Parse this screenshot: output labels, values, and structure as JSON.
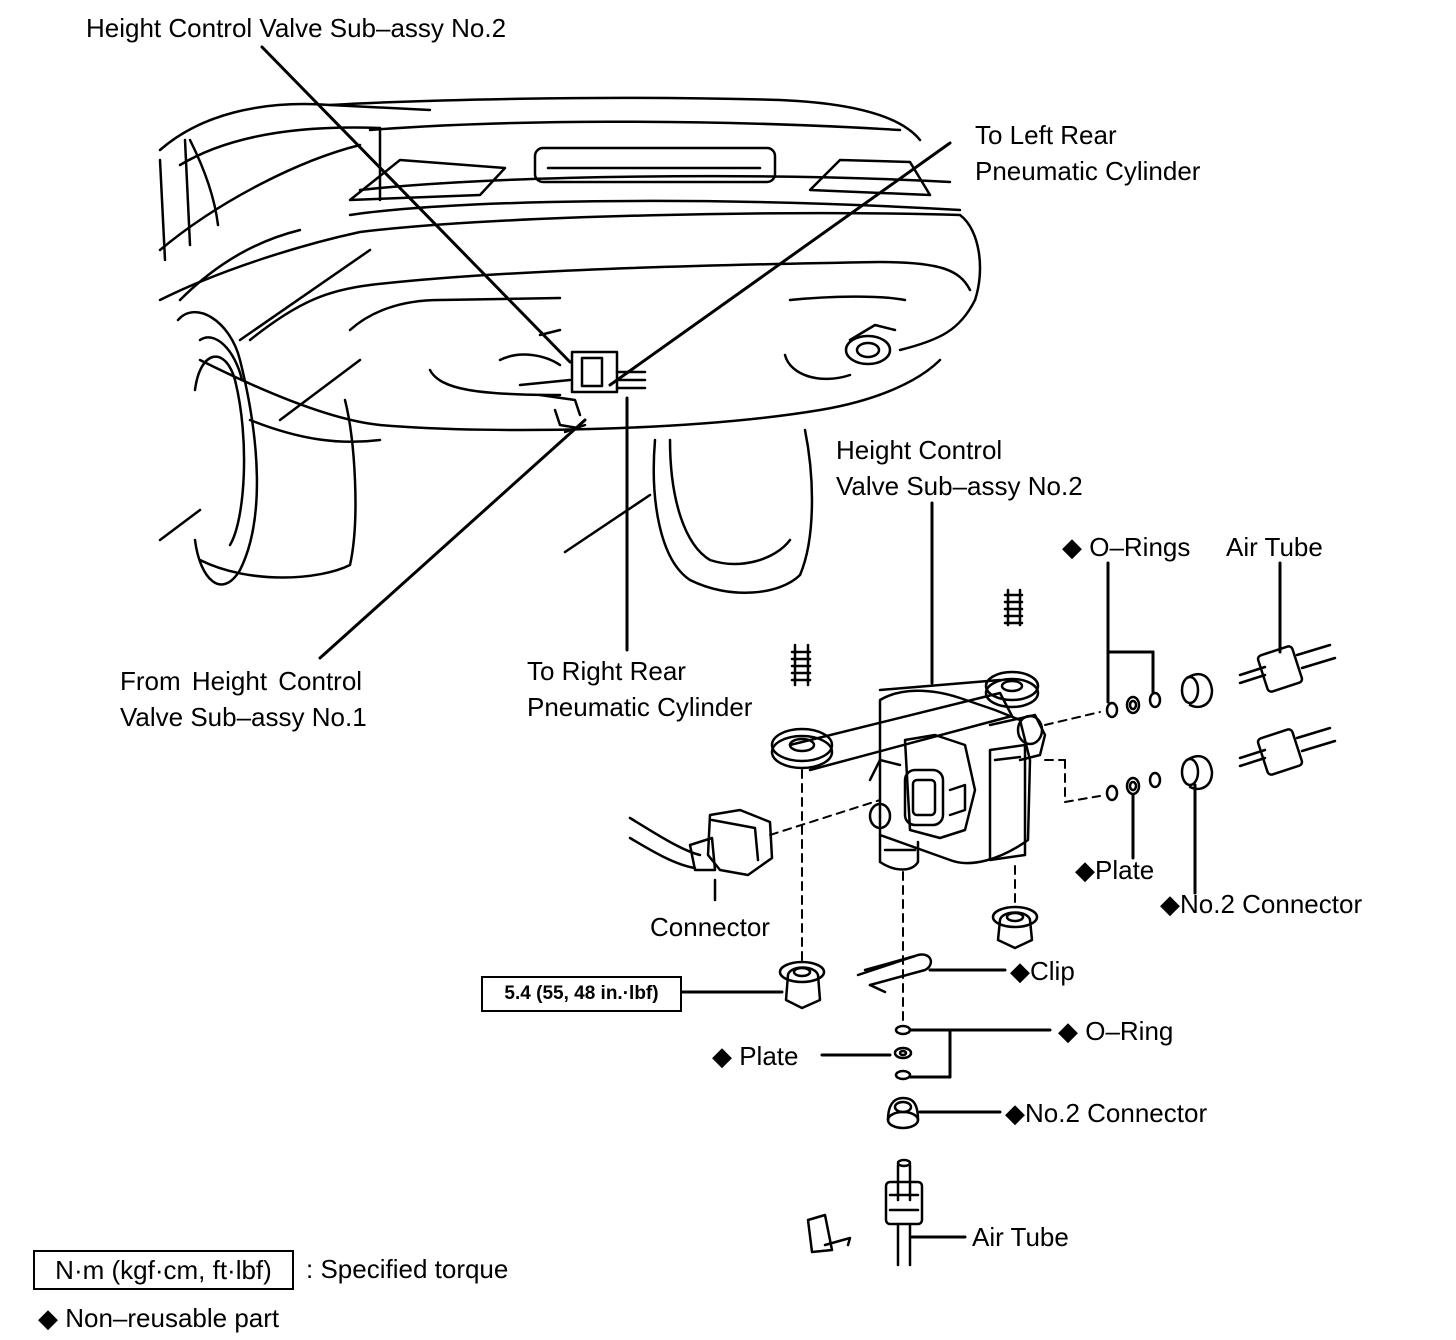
{
  "labels": {
    "hcv_top": "Height Control Valve Sub–assy No.2",
    "left_rear_1": "To Left Rear",
    "left_rear_2": "Pneumatic Cylinder",
    "hcv_mid_1": "Height Control",
    "hcv_mid_2": "Valve Sub–assy No.2",
    "o_rings": "◆ O–Rings",
    "air_tube_top": "Air Tube",
    "from_hcv_1": "From  Height  Control",
    "from_hcv_2": "Valve Sub–assy No.1",
    "right_rear_1": "To Right Rear",
    "right_rear_2": "Pneumatic Cylinder",
    "plate_right": "◆Plate",
    "no2_connector_right": "◆No.2 Connector",
    "connector": "Connector",
    "clip": "◆Clip",
    "o_ring": "◆ O–Ring",
    "plate_left": "◆  Plate",
    "no2_connector_bottom": "◆No.2 Connector",
    "air_tube_bottom": "Air Tube"
  },
  "torque": "5.4 (55, 48 in.·lbf)",
  "legend": {
    "unit": "N·m (kgf·cm, ft·lbf)",
    "unit_desc": ": Specified torque",
    "non_reusable": "◆  Non–reusable part"
  }
}
